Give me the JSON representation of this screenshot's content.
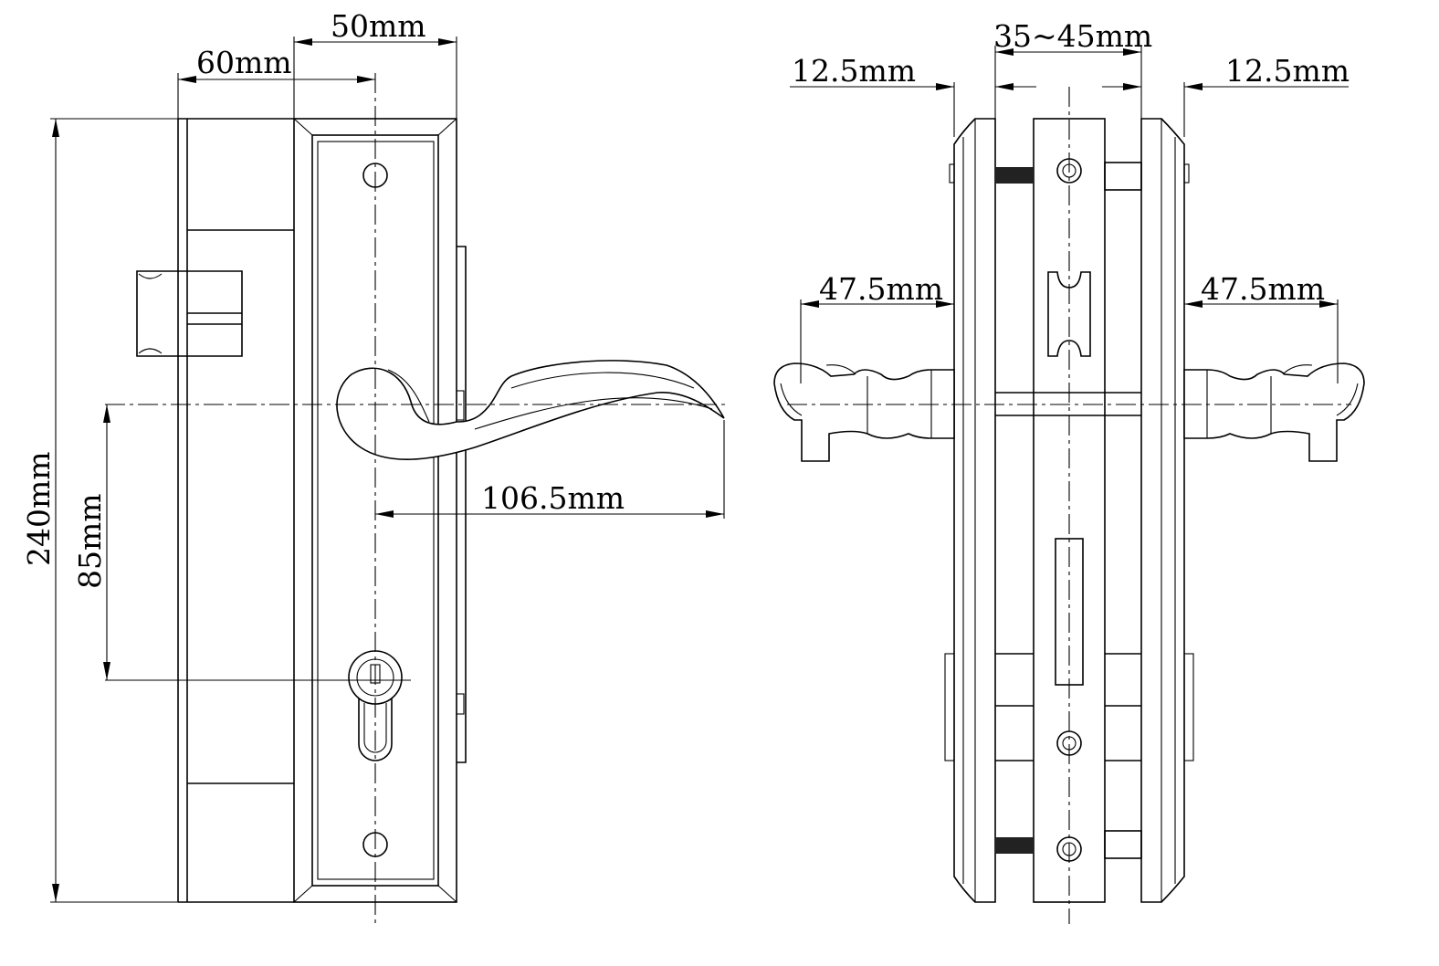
{
  "front_view": {
    "width_plate": "50mm",
    "backset": "60mm",
    "height_total": "240mm",
    "center_distance": "85mm",
    "handle_length": "106.5mm"
  },
  "side_view": {
    "door_thickness": "35~45mm",
    "plate_thickness_left": "12.5mm",
    "plate_thickness_right": "12.5mm",
    "handle_projection_left": "47.5mm",
    "handle_projection_right": "47.5mm"
  },
  "colors": {
    "line": "#000000",
    "background": "#ffffff"
  }
}
